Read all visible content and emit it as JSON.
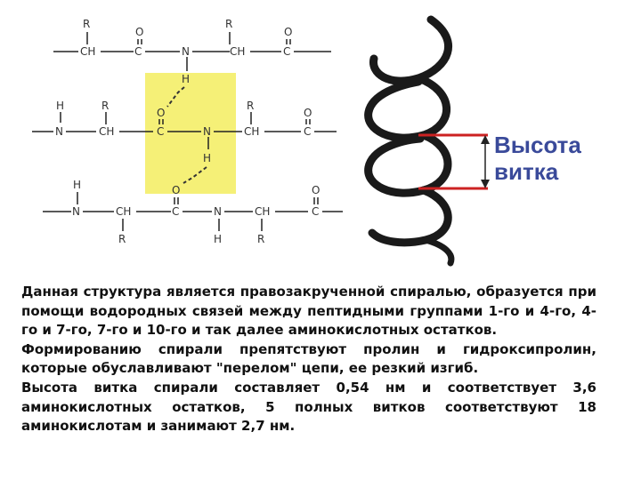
{
  "diagram": {
    "height_label_line1": "Высота",
    "height_label_line2": "витка",
    "row1": [
      "R",
      "CH",
      "C",
      "O",
      "N",
      "R",
      "CH",
      "C",
      "O"
    ],
    "row2": [
      "H",
      "N",
      "R",
      "CH",
      "O",
      "C",
      "N",
      "H",
      "R",
      "CH",
      "O",
      "C"
    ],
    "row3": [
      "H",
      "N",
      "CH",
      "R",
      "O",
      "C",
      "N",
      "H",
      "CH",
      "R",
      "O",
      "C"
    ],
    "bridge1": [
      "N",
      "H"
    ],
    "bridge2": [
      "N",
      "H"
    ]
  },
  "caption": {
    "p1": "Данная структура является правозакрученной спиралью, образуется при помощи водородных связей между пептидными группами 1-го и 4-го, 4-го и 7-го, 7-го и 10-го и так далее аминокислотных остатков.",
    "p2": "Формированию спирали препятствуют пролин и гидроксипролин, которые обуславливают \"перелом\" цепи, ее резкий изгиб.",
    "p3": "Высота витка спирали составляет 0,54 нм и соответствует 3,6 аминокислотных остатков, 5 полных витков соответствуют 18 аминокислотам и занимают 2,7 нм."
  }
}
